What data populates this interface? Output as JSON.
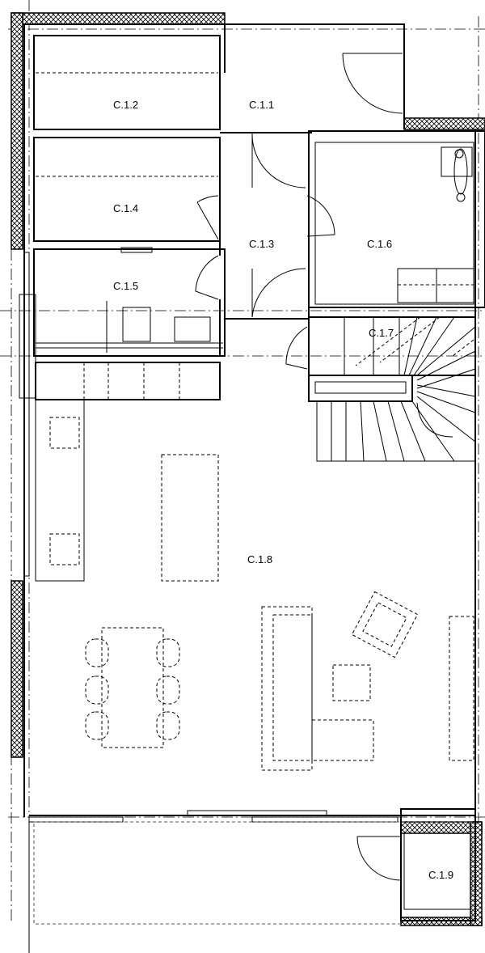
{
  "plan": {
    "rooms": [
      {
        "id": "c12",
        "label": "C.1.2"
      },
      {
        "id": "c11",
        "label": "C.1.1"
      },
      {
        "id": "c14",
        "label": "C.1.4"
      },
      {
        "id": "c13",
        "label": "C.1.3"
      },
      {
        "id": "c16",
        "label": "C.1.6"
      },
      {
        "id": "c15",
        "label": "C.1.5"
      },
      {
        "id": "c17",
        "label": "C.1.7"
      },
      {
        "id": "c18",
        "label": "C.1.8"
      },
      {
        "id": "c19",
        "label": "C.1.9"
      }
    ]
  }
}
